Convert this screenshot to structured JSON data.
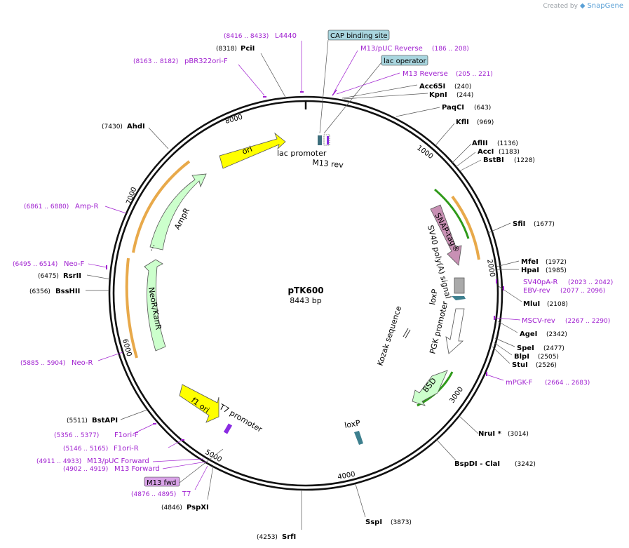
{
  "header": {
    "badge_prefix": "Created by",
    "badge_brand": "SnapGene"
  },
  "plasmid": {
    "name": "pTK600",
    "size": "8443 bp",
    "length": 8443
  },
  "ticks": [
    "1000",
    "2000",
    "3000",
    "4000",
    "5000",
    "6000",
    "7000",
    "8000"
  ],
  "features": [
    {
      "name": "ori",
      "type": "ori"
    },
    {
      "name": "lac promoter",
      "type": "promoter"
    },
    {
      "name": "M13 rev",
      "type": "primer"
    },
    {
      "name": "SNAP-tag®",
      "type": "cds"
    },
    {
      "name": "SV40 poly(A) signal",
      "type": "terminator"
    },
    {
      "name": "loxP",
      "type": "site"
    },
    {
      "name": "PGK promoter",
      "type": "promoter"
    },
    {
      "name": "Kozak sequence",
      "type": "site"
    },
    {
      "name": "BSD",
      "type": "cds"
    },
    {
      "name": "loxP",
      "type": "site"
    },
    {
      "name": "T7 promoter",
      "type": "promoter"
    },
    {
      "name": "f1 ori",
      "type": "ori"
    },
    {
      "name": "NeoR/KanR",
      "type": "cds"
    },
    {
      "name": "AmpR",
      "type": "cds"
    },
    {
      "name": "...",
      "type": "cds"
    }
  ],
  "enzymes_right": [
    {
      "name": "Acc65I",
      "pos": "(240)"
    },
    {
      "name": "KpnI",
      "pos": "(244)"
    },
    {
      "name": "PaqCI",
      "pos": "(643)"
    },
    {
      "name": "KflI",
      "pos": "(969)"
    },
    {
      "name": "AflII",
      "pos": "(1136)"
    },
    {
      "name": "AccI",
      "pos": "(1183)"
    },
    {
      "name": "BstBI",
      "pos": "(1228)"
    },
    {
      "name": "SfiI",
      "pos": "(1677)"
    },
    {
      "name": "MfeI",
      "pos": "(1972)"
    },
    {
      "name": "HpaI",
      "pos": "(1985)"
    },
    {
      "name": "MluI",
      "pos": "(2108)"
    },
    {
      "name": "AgeI",
      "pos": "(2342)"
    },
    {
      "name": "SpeI",
      "pos": "(2477)"
    },
    {
      "name": "BlpI",
      "pos": "(2505)"
    },
    {
      "name": "StuI",
      "pos": "(2526)"
    },
    {
      "name": "NruI *",
      "pos": "(3014)"
    },
    {
      "name": "BspDI - ClaI",
      "pos": "(3242)"
    },
    {
      "name": "SspI",
      "pos": "(3873)"
    },
    {
      "name": "SrfI",
      "pos": "(4253)"
    }
  ],
  "enzymes_left": [
    {
      "name": "PciI",
      "pos": "(8318)"
    },
    {
      "name": "AhdI",
      "pos": "(7430)"
    },
    {
      "name": "RsrII",
      "pos": "(6475)"
    },
    {
      "name": "BssHII",
      "pos": "(6356)"
    },
    {
      "name": "BstAPI",
      "pos": "(5511)"
    },
    {
      "name": "PspXI",
      "pos": "(4846)"
    }
  ],
  "primers_right": [
    {
      "name": "M13/pUC Reverse",
      "pos": "(186 .. 208)"
    },
    {
      "name": "M13 Reverse",
      "pos": "(205 .. 221)"
    },
    {
      "name": "SV40pA-R",
      "pos": "(2023 .. 2042)"
    },
    {
      "name": "EBV-rev",
      "pos": "(2077 .. 2096)"
    },
    {
      "name": "MSCV-rev",
      "pos": "(2267 .. 2290)"
    },
    {
      "name": "mPGK-F",
      "pos": "(2664 .. 2683)"
    }
  ],
  "primers_left": [
    {
      "name": "L4440",
      "pos": "(8416 .. 8433)"
    },
    {
      "name": "pBR322ori-F",
      "pos": "(8163 .. 8182)"
    },
    {
      "name": "Amp-R",
      "pos": "(6861 .. 6880)"
    },
    {
      "name": "Neo-F",
      "pos": "(6495 .. 6514)"
    },
    {
      "name": "Neo-R",
      "pos": "(5885 .. 5904)"
    },
    {
      "name": "F1ori-F",
      "pos": "(5356 .. 5377)"
    },
    {
      "name": "F1ori-R",
      "pos": "(5146 .. 5165)"
    },
    {
      "name": "M13/pUC Forward",
      "pos": "(4911 .. 4933)"
    },
    {
      "name": "M13 Forward",
      "pos": "(4902 .. 4919)"
    },
    {
      "name": "T7",
      "pos": "(4876 .. 4895)"
    }
  ],
  "boxed_labels": [
    "CAP binding site",
    "lac operator",
    "M13 fwd"
  ],
  "colors": {
    "ring": "#111111",
    "enzyme": "#000000",
    "position": "#333333",
    "primer": "#a020d0",
    "ori": "#ffff00",
    "cds": "#ccffcc",
    "snap": "#c890b4",
    "promoter": "#ffffff",
    "highlight": "#e8a94a",
    "green_mark": "#2f9a1a",
    "box_blue": "#a9d6df"
  }
}
